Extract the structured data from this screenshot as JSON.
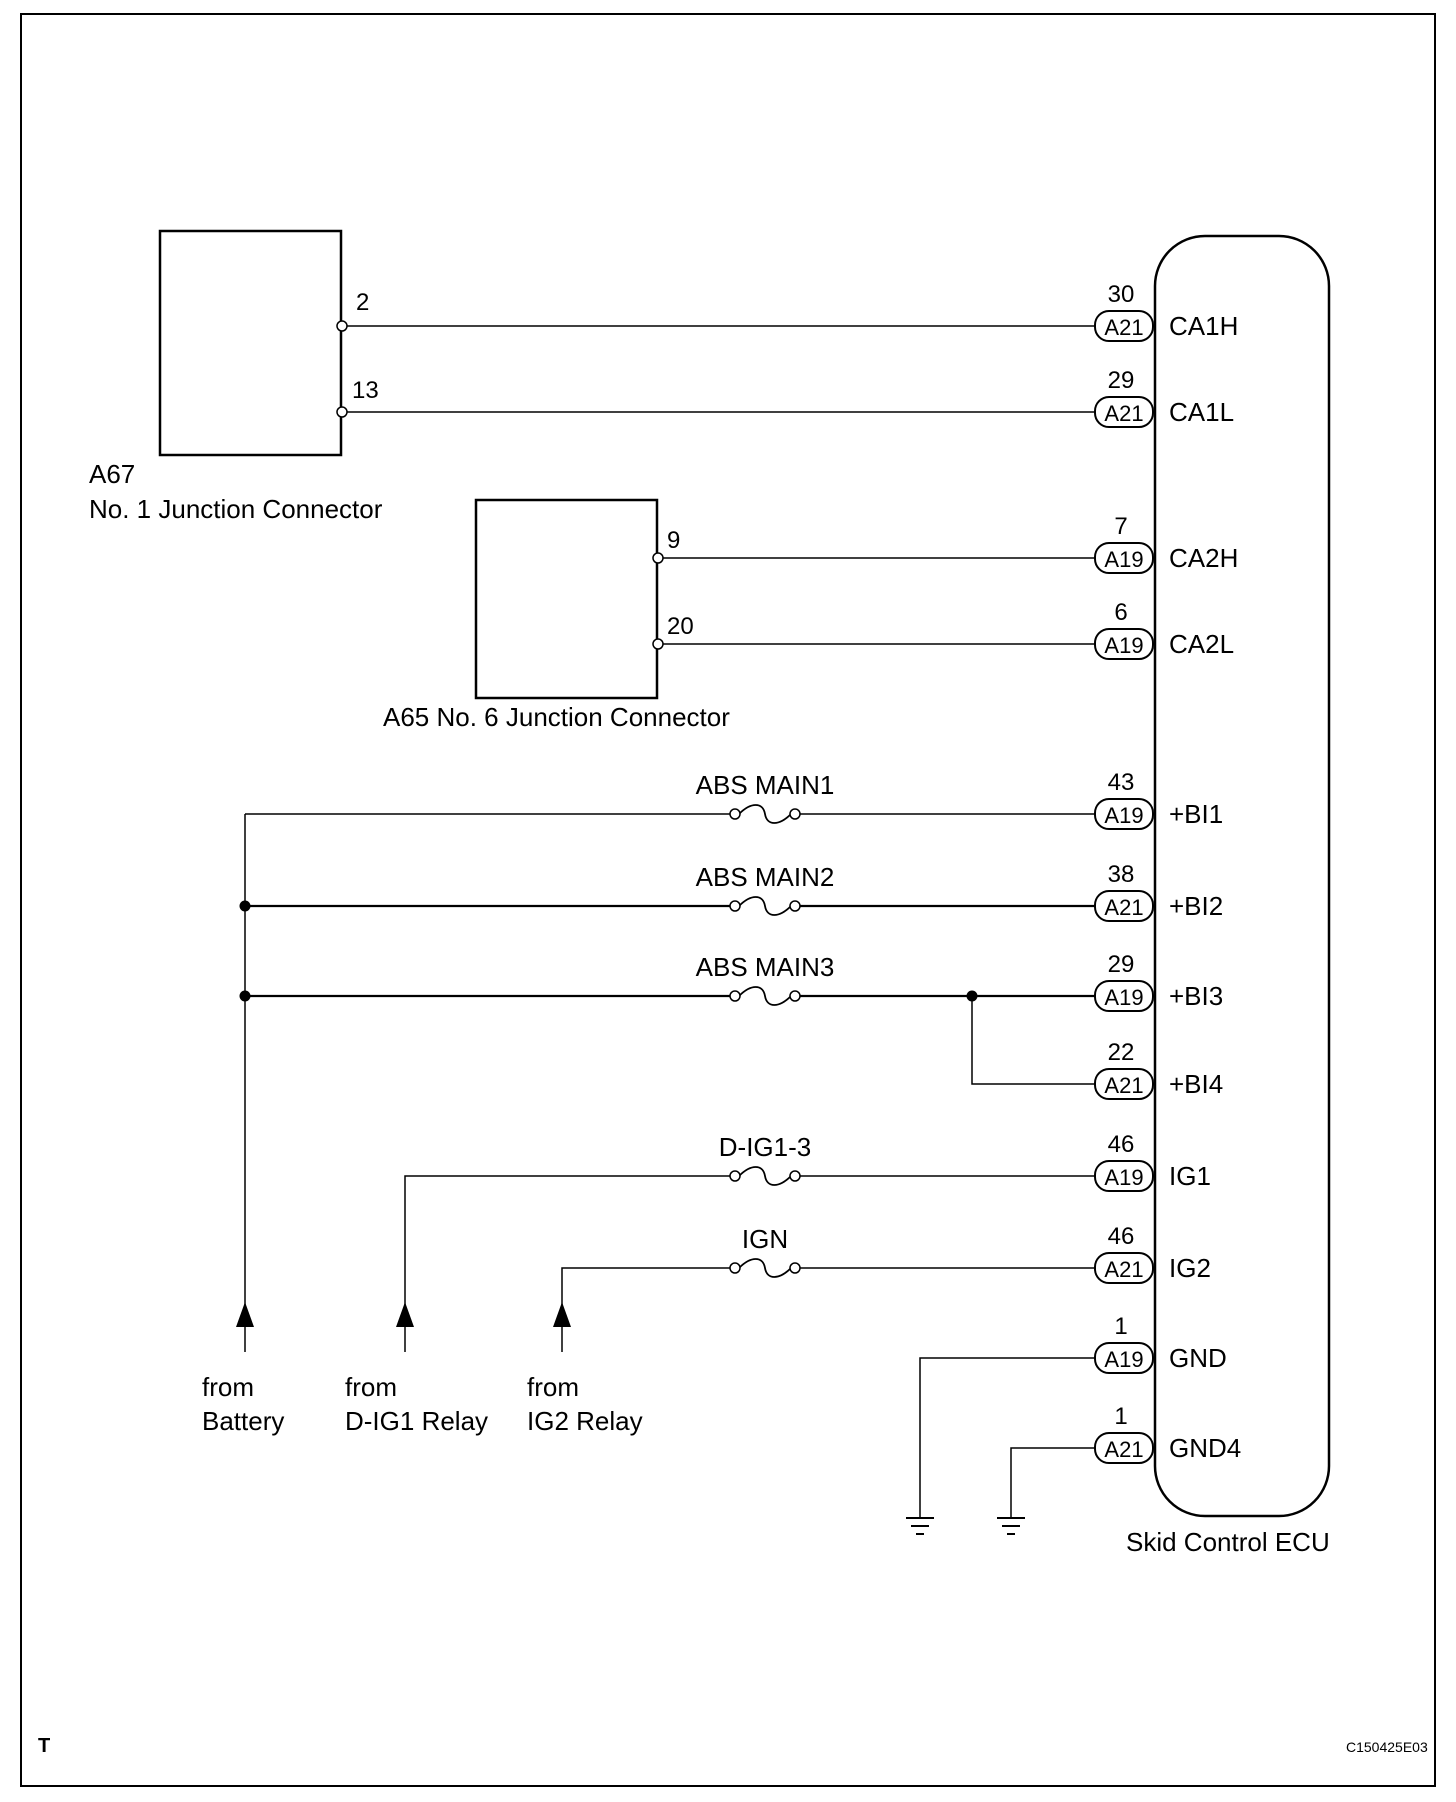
{
  "sheet_mark": "T",
  "figure_code": "C150425E03",
  "ecu": {
    "label": "Skid Control ECU",
    "pins": [
      {
        "num": "30",
        "conn": "A21",
        "name": "CA1H"
      },
      {
        "num": "29",
        "conn": "A21",
        "name": "CA1L"
      },
      {
        "num": "7",
        "conn": "A19",
        "name": "CA2H"
      },
      {
        "num": "6",
        "conn": "A19",
        "name": "CA2L"
      },
      {
        "num": "43",
        "conn": "A19",
        "name": "+BI1"
      },
      {
        "num": "38",
        "conn": "A21",
        "name": "+BI2"
      },
      {
        "num": "29",
        "conn": "A19",
        "name": "+BI3"
      },
      {
        "num": "22",
        "conn": "A21",
        "name": "+BI4"
      },
      {
        "num": "46",
        "conn": "A19",
        "name": "IG1"
      },
      {
        "num": "46",
        "conn": "A21",
        "name": "IG2"
      },
      {
        "num": "1",
        "conn": "A19",
        "name": "GND"
      },
      {
        "num": "1",
        "conn": "A21",
        "name": "GND4"
      }
    ]
  },
  "junction_a67": {
    "code": "A67",
    "name": "No. 1 Junction Connector",
    "pins": [
      "2",
      "13"
    ]
  },
  "junction_a65": {
    "label": "A65 No. 6 Junction Connector",
    "pins": [
      "9",
      "20"
    ]
  },
  "fuses": [
    "ABS MAIN1",
    "ABS MAIN2",
    "ABS MAIN3",
    "D-IG1-3",
    "IGN"
  ],
  "sources": [
    {
      "line1": "from",
      "line2": "Battery"
    },
    {
      "line1": "from",
      "line2": "D-IG1 Relay"
    },
    {
      "line1": "from",
      "line2": "IG2 Relay"
    }
  ]
}
